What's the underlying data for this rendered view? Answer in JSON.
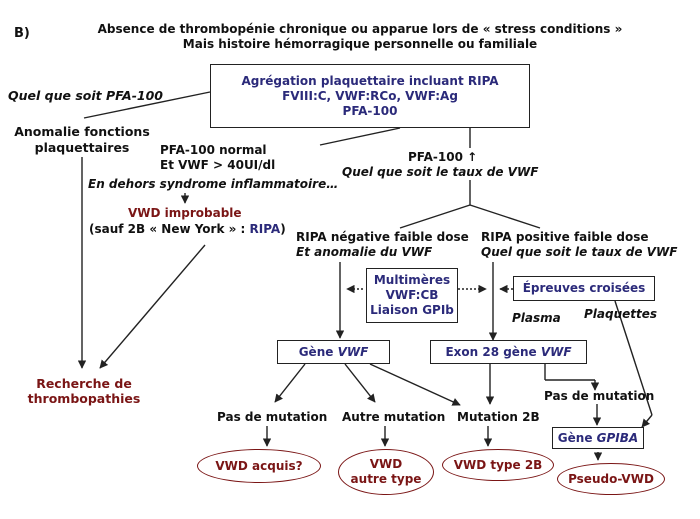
{
  "panel_label": "B)",
  "header": {
    "line1": "Absence de thrombopénie chronique ou apparue lors de « stress conditions »",
    "line2": "Mais histoire hémorragique personnelle ou familiale"
  },
  "top_box": {
    "line1": "Agrégation plaquettaire incluant RIPA",
    "line2": "FVIII:C, VWF:RCo, VWF:Ag",
    "line3": "PFA-100"
  },
  "left_branch": {
    "condition": "Quel que soit PFA-100",
    "result_line1": "Anomalie fonctions",
    "result_line2": "plaquettaires"
  },
  "mid_branch": {
    "line1": "PFA-100 normal",
    "line2": "Et VWF > 40UI/dl",
    "line3": "En dehors syndrome inflammatoire…",
    "result": "VWD improbable",
    "exception_pre": "(sauf 2B « New York » : ",
    "exception_ripa": "RIPA",
    "exception_post": ")"
  },
  "right_branch": {
    "line1": "PFA-100 ↑",
    "line2": "Quel que soit le taux de VWF"
  },
  "ripa_neg": {
    "line1": "RIPA négative faible dose",
    "line2": "Et anomalie du VWF"
  },
  "ripa_pos": {
    "line1": "RIPA positive faible dose",
    "line2": "Quel que soit le taux de VWF"
  },
  "multimeres_box": {
    "line1": "Multimères",
    "line2": "VWF:CB",
    "line3": "Liaison GPIb"
  },
  "epreuves_box": {
    "label": "Épreuves croisées"
  },
  "plasma_label": "Plasma",
  "plaquettes_label": "Plaquettes",
  "gene_vwf_box": {
    "prefix": "Gène ",
    "gene": "VWF"
  },
  "exon28_box": {
    "prefix": "Exon 28 gène ",
    "gene": "VWF"
  },
  "gene_gpiba_box": {
    "prefix": "Gène ",
    "gene": "GPIBA"
  },
  "recherche": {
    "line1": "Recherche de",
    "line2": "thrombopathies"
  },
  "pas_mutation_1": "Pas de mutation",
  "autre_mutation": "Autre mutation",
  "mutation_2b": "Mutation 2B",
  "pas_mutation_2": "Pas de mutation",
  "ovals": {
    "acquis": "VWD acquis?",
    "autre_line1": "VWD",
    "autre_line2": "autre type",
    "type2b": "VWD type 2B",
    "pseudo": "Pseudo-VWD"
  },
  "colors": {
    "box_text": "#2b2a7a",
    "result_text": "#7a1515",
    "line": "#222222"
  }
}
